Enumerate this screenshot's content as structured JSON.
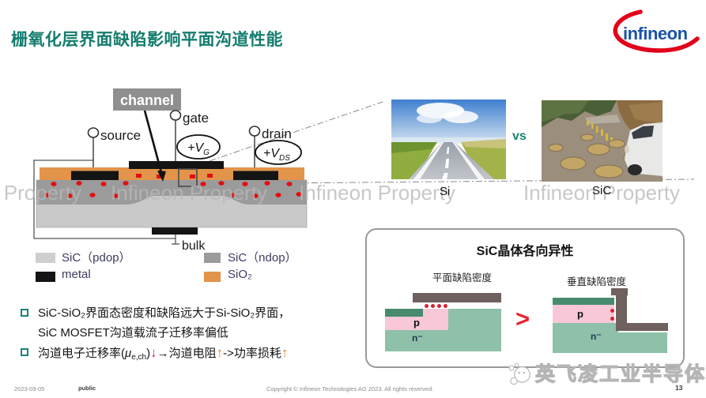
{
  "slide": {
    "title": "栅氧化层界面缺陷影响平面沟道性能",
    "logo_text": "infineon",
    "watermark": "Infineon Property",
    "wechat_watermark": "英飞凌工业半导体"
  },
  "device": {
    "labels": {
      "channel": "channel",
      "source": "source",
      "gate": "gate",
      "drain": "drain",
      "bulk": "bulk"
    },
    "gate_voltage": {
      "base": "+V",
      "sub": "G"
    },
    "drain_voltage": {
      "base": "+V",
      "sub": "DS"
    }
  },
  "legend": {
    "items": [
      {
        "label": "SiC（pdop）",
        "color": "#cfcfcf"
      },
      {
        "label": "SiC（ndop）",
        "color": "#9b9b9b"
      },
      {
        "label": "metal",
        "color": "#141414"
      },
      {
        "label": "SiO₂",
        "color": "#e2944a"
      }
    ]
  },
  "comparison": {
    "left_caption": "Si",
    "right_caption": "SiC",
    "vs": "vs"
  },
  "bullets": {
    "b1_line1": "SiC-SiO₂界面态密度和缺陷远大于Si-SiO₂界面，",
    "b1_line2": "SiC MOSFET沟道载流子迁移率偏低",
    "b2": {
      "pre": "沟道电子迁移率(",
      "mu": "μ",
      "sub": "e,ch",
      "close": ")",
      "arrow_down": "↓",
      "mid": "→沟道电阻",
      "arrow_up1": "↑",
      "mid2": "->功率损耗",
      "arrow_up2": "↑"
    }
  },
  "anisotropy": {
    "title": "SiC晶体各向异性",
    "left_caption": "平面缺陷密度",
    "right_caption": "垂直缺陷密度",
    "gt": ">",
    "p_label": "p",
    "n_label": "n⁻"
  },
  "footer": {
    "date": "2023-09-05",
    "classification": "public",
    "copyright": "Copyright © Infineon Technologies AG 2023. All rights reserved.",
    "page": "13"
  },
  "colors": {
    "title_teal": "#147d6e",
    "vs_teal": "#17866e",
    "sio2_orange": "#e2944a",
    "sic_ndop_gray": "#9b9b9b",
    "sic_pdop_gray": "#cfcfcf",
    "metal_black": "#141414",
    "defect_red": "#e01010",
    "gt_red": "#e8232e",
    "arrow_down_magenta": "#bf2a8a",
    "arrow_up_orange": "#e87a1e",
    "logo_blue": "#1b53a5",
    "logo_red": "#e2001a",
    "mini_p_pink": "#f8c8d8",
    "mini_n_teal": "#8fc0a9",
    "mini_green_strip": "#478a6d",
    "mini_gate_gray": "#6e615e"
  }
}
